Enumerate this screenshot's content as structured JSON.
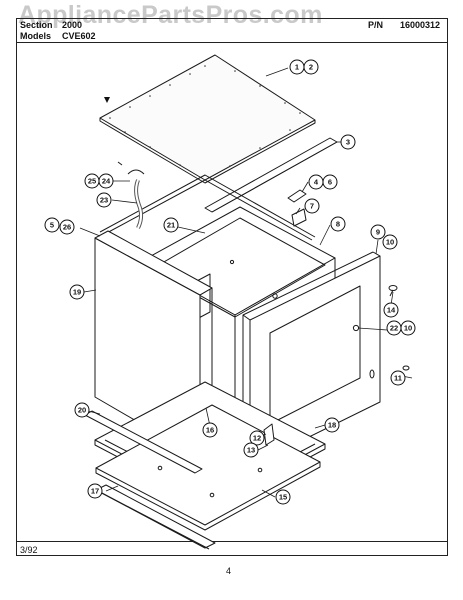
{
  "watermark": "AppliancePartsPros.com",
  "header": {
    "section_label": "Section",
    "section_value": "2000",
    "models_label": "Models",
    "models_value": "CVE602",
    "pn_label": "P/N",
    "pn_value": "16000312"
  },
  "footer": {
    "date": "3/92",
    "page": "4"
  },
  "callouts": [
    {
      "id": "c1",
      "label": "1"
    },
    {
      "id": "c2",
      "label": "2"
    },
    {
      "id": "c3",
      "label": "3"
    },
    {
      "id": "c4",
      "label": "4"
    },
    {
      "id": "c6",
      "label": "6"
    },
    {
      "id": "c7",
      "label": "7"
    },
    {
      "id": "c8",
      "label": "8"
    },
    {
      "id": "c9",
      "label": "9"
    },
    {
      "id": "c10",
      "label": "10"
    },
    {
      "id": "c5",
      "label": "5"
    },
    {
      "id": "c26",
      "label": "26"
    },
    {
      "id": "c25",
      "label": "25"
    },
    {
      "id": "c24",
      "label": "24"
    },
    {
      "id": "c23",
      "label": "23"
    },
    {
      "id": "c21",
      "label": "21"
    },
    {
      "id": "c19",
      "label": "19"
    },
    {
      "id": "c14",
      "label": "14"
    },
    {
      "id": "c22",
      "label": "22"
    },
    {
      "id": "c10b",
      "label": "10"
    },
    {
      "id": "c11",
      "label": "11"
    },
    {
      "id": "c20",
      "label": "20"
    },
    {
      "id": "c16",
      "label": "16"
    },
    {
      "id": "c12",
      "label": "12"
    },
    {
      "id": "c13",
      "label": "13"
    },
    {
      "id": "c18",
      "label": "18"
    },
    {
      "id": "c17",
      "label": "17"
    },
    {
      "id": "c15",
      "label": "15"
    }
  ]
}
